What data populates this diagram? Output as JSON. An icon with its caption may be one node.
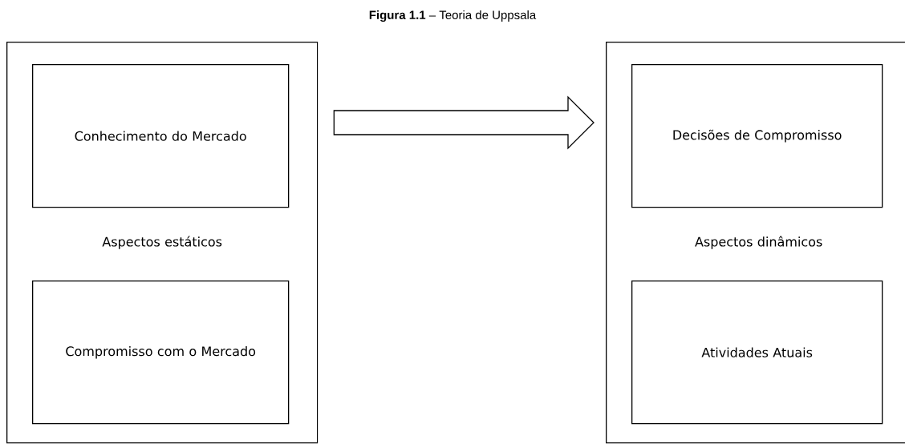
{
  "diagram": {
    "title": "**Figura 1.1** – Teoria de Uppsala",
    "nodes": [
      {
        "text": [
          "Aspectos estáticos"
        ]
      },
      {
        "text": [
          "Conhecimento do Mercado"
        ],
        "in": 0
      },
      {
        "text": [
          "Compromisso com o Mercado"
        ],
        "in": 0
      },
      {
        "text": [
          "Aspectos dinâmicos"
        ]
      },
      {
        "text": [
          "Decisões de Compromisso"
        ],
        "in": 3
      },
      {
        "text": [
          "Atividades Atuais"
        ],
        "in": 3
      }
    ],
    "edges": [
      {
        "from": 0,
        "to": 3,
        "arrow": "to"
      }
    ]
  }
}
